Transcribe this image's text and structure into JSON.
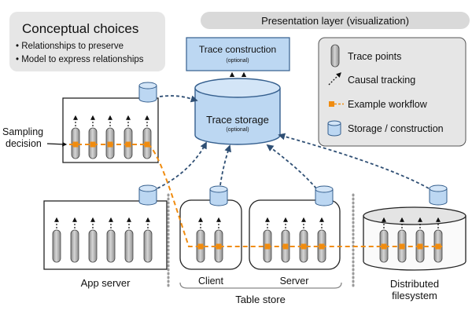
{
  "conceptual": {
    "title": "Conceptual choices",
    "items": [
      "• Relationships to preserve",
      "• Model to express relationships"
    ]
  },
  "presentation_layer": "Presentation layer (visualization)",
  "trace_construction": {
    "title": "Trace construction",
    "note": "(optional)"
  },
  "trace_storage": {
    "title": "Trace storage",
    "note": "(optional)"
  },
  "legend": {
    "trace_points": "Trace points",
    "causal_tracking": "Causal tracking",
    "example_workflow": "Example workflow",
    "storage_construction": "Storage / construction"
  },
  "sampling_decision": [
    "Sampling",
    "decision"
  ],
  "labels": {
    "app_server": "App server",
    "client": "Client",
    "server": "Server",
    "table_store": "Table store",
    "distributed_filesystem": [
      "Distributed",
      "filesystem"
    ]
  },
  "colors": {
    "accent_blue": "#bcd7f2",
    "blue_stroke": "#355f8e",
    "workflow_orange": "#f08c10",
    "trace_point_gray": "#a4a4a4",
    "panel_gray": "#e6e6e6"
  }
}
